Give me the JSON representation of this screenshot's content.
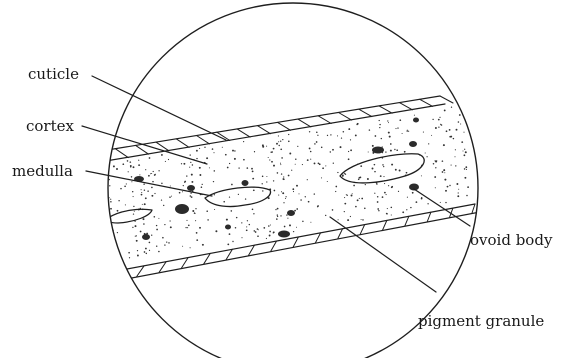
{
  "labels": {
    "cuticle": "cuticle",
    "cortex": "cortex",
    "medulla": "medulla",
    "ovoid_body": "ovoid body",
    "pigment_granule": "pigment granule"
  },
  "colors": {
    "ink": "#1e1e1e",
    "background": "#ffffff"
  }
}
